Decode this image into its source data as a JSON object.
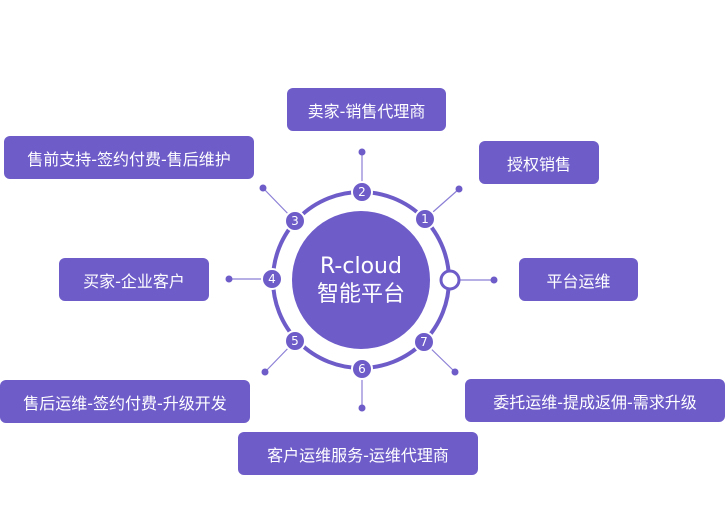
{
  "center": {
    "line1": "R-cloud",
    "line2": "智能平台"
  },
  "nodes": [
    {
      "num": "1",
      "label": "授权销售"
    },
    {
      "num": "2",
      "label": "卖家-销售代理商"
    },
    {
      "num": "3",
      "label": "售前支持-签约付费-售后维护"
    },
    {
      "num": "4",
      "label": "买家-企业客户"
    },
    {
      "num": "5",
      "label": "售后运维-签约付费-升级开发"
    },
    {
      "num": "6",
      "label": "客户运维服务-运维代理商"
    },
    {
      "num": "7",
      "label": "委托运维-提成返佣-需求升级"
    },
    {
      "num": "",
      "label": "平台运维"
    }
  ],
  "colors": {
    "primary": "#6e5cc9",
    "ring": "#6e5cc9",
    "background": "#ffffff"
  }
}
